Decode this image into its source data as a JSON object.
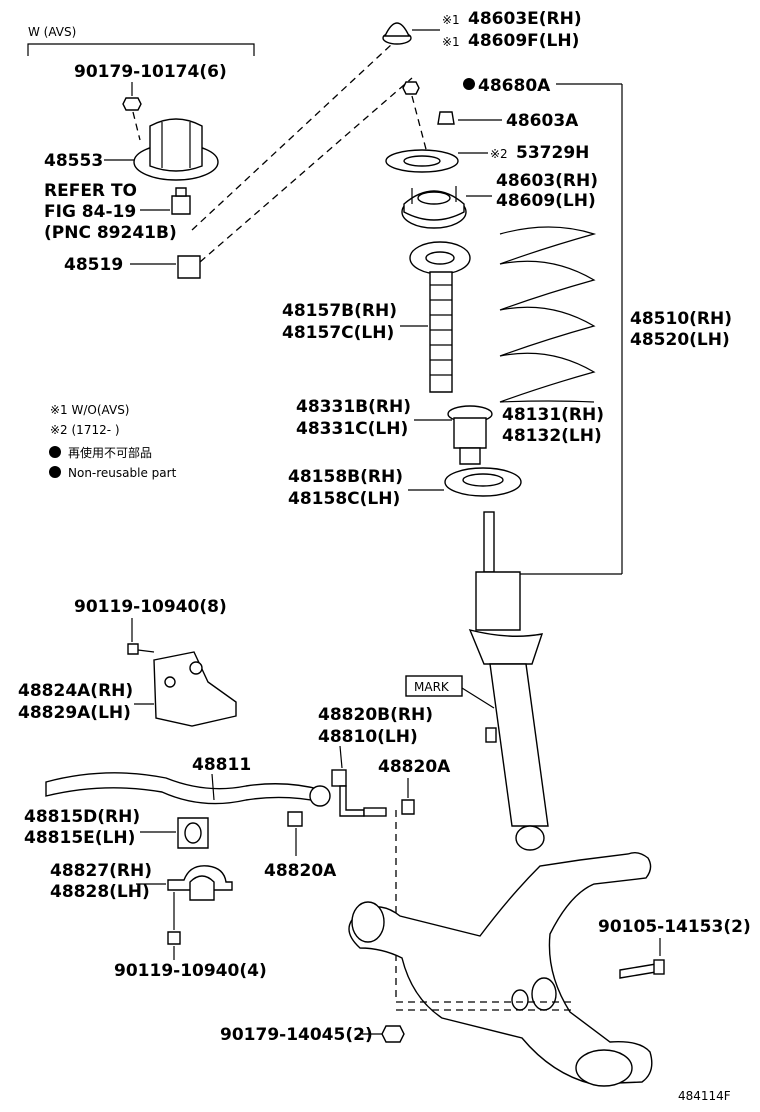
{
  "variant_label": "W (AVS)",
  "labels": {
    "nut_top_avs": "90179-10174(6)",
    "p48553": "48553",
    "refer_1": "REFER TO",
    "refer_2": "FIG 84-19",
    "refer_3": "(PNC 89241B)",
    "p48519": "48519",
    "p48603E": "48603E(RH)",
    "p48609F": "48609F(LH)",
    "p48680A": "48680A",
    "p48603A": "48603A",
    "p53729H": "53729H",
    "p48603RH": "48603(RH)",
    "p48609LH": "48609(LH)",
    "p48157B": "48157B(RH)",
    "p48157C": "48157C(LH)",
    "p48510": "48510(RH)",
    "p48520": "48520(LH)",
    "p48331B": "48331B(RH)",
    "p48331C": "48331C(LH)",
    "p48131": "48131(RH)",
    "p48132": "48132(LH)",
    "p48158B": "48158B(RH)",
    "p48158C": "48158C(LH)",
    "bolt_top": "90119-10940(8)",
    "p48824A": "48824A(RH)",
    "p48829A": "48829A(LH)",
    "p48820B": "48820B(RH)",
    "p48810": "48810(LH)",
    "p48811": "48811",
    "p48820A_right": "48820A",
    "p48815D": "48815D(RH)",
    "p48815E": "48815E(LH)",
    "p48820A_left": "48820A",
    "p48827": "48827(RH)",
    "p48828": "48828(LH)",
    "bolt_bottom": "90119-10940(4)",
    "bolt_right": "90105-14153(2)",
    "nut_bottom": "90179-14045(2)",
    "mark": "MARK",
    "figure_id": "484114F"
  },
  "markers": {
    "ref1": "※1",
    "ref2": "※2"
  },
  "legend": {
    "note1": "※1 W/O(AVS)",
    "note2": "※2 (1712-      )",
    "nonreusable_jp": "再使用不可部品",
    "nonreusable_en": "Non-reusable part"
  }
}
